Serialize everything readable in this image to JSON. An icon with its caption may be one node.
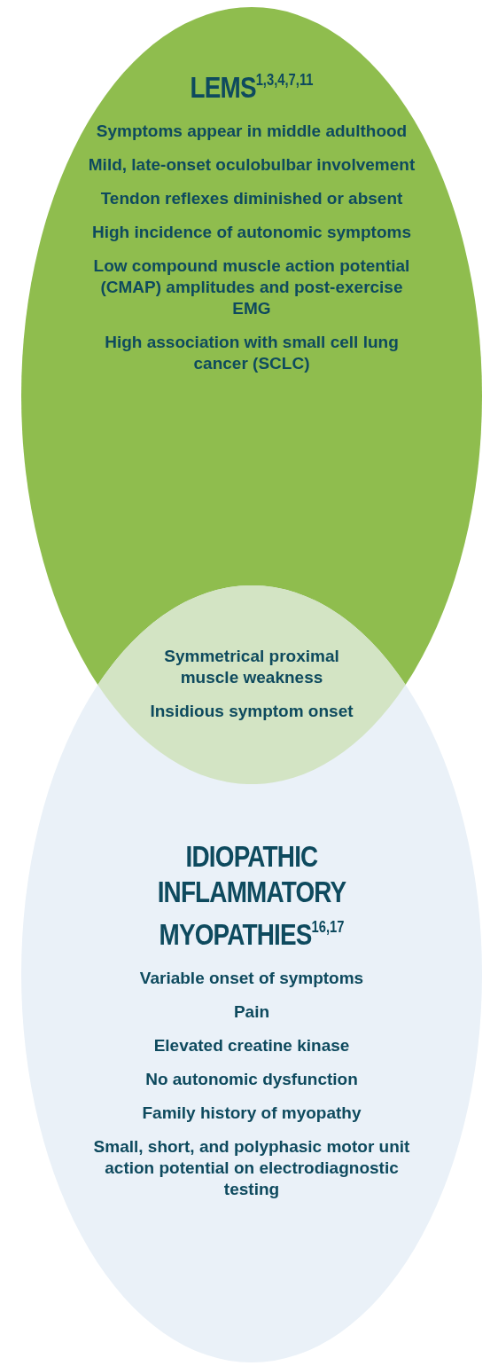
{
  "diagram": {
    "nodes": [
      {
        "text": [
          "LEMS$^{1,3,4,7,11}$",
          "Symptoms appear in middle adulthood",
          "Mild, late-onset oculobulbar involvement",
          "Tendon reflexes diminished or absent",
          "High incidence of autonomic symptoms",
          "Low compound muscle action potential (CMAP) amplitudes and post-exercise EMG",
          "High association with small cell lung cancer (SCLC)"
        ]
      },
      {
        "text": [
          "IDIOPATHIC INFLAMMATORY MYOPATHIES$^{16,17}$",
          "Variable onset of symptoms",
          "Pain",
          "Elevated creatine kinase",
          "No autonomic dysfunction",
          "Family history of myopathy",
          "Small, short, and polyphasic motor unit action potential on electrodiagnostic testing"
        ]
      },
      {
        "text": [
          "Symmetrical proximal muscle weakness",
          "Insidious symptom onset"
        ]
      }
    ]
  }
}
